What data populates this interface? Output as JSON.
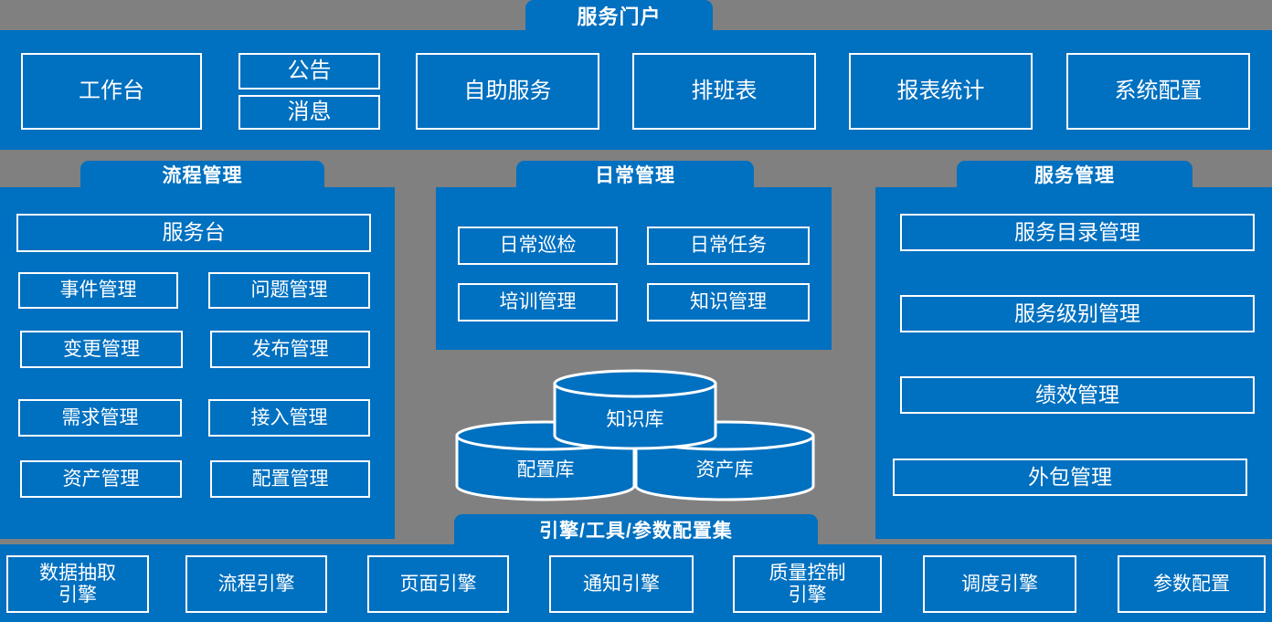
{
  "colors": {
    "background": "#808080",
    "panel": "#0070C0",
    "outline": "#FFFFFF",
    "text": "#FFFFFF"
  },
  "portal": {
    "title": "服务门户",
    "items": [
      {
        "label": "工作台"
      },
      {
        "label": "公告"
      },
      {
        "label": "消息"
      },
      {
        "label": "自助服务"
      },
      {
        "label": "排班表"
      },
      {
        "label": "报表统计"
      },
      {
        "label": "系统配置"
      }
    ]
  },
  "process": {
    "title": "流程管理",
    "items": [
      {
        "label": "服务台"
      },
      {
        "label": "事件管理"
      },
      {
        "label": "问题管理"
      },
      {
        "label": "变更管理"
      },
      {
        "label": "发布管理"
      },
      {
        "label": "需求管理"
      },
      {
        "label": "接入管理"
      },
      {
        "label": "资产管理"
      },
      {
        "label": "配置管理"
      }
    ]
  },
  "daily": {
    "title": "日常管理",
    "items": [
      {
        "label": "日常巡检"
      },
      {
        "label": "日常任务"
      },
      {
        "label": "培训管理"
      },
      {
        "label": "知识管理"
      }
    ]
  },
  "service": {
    "title": "服务管理",
    "items": [
      {
        "label": "服务目录管理"
      },
      {
        "label": "服务级别管理"
      },
      {
        "label": "绩效管理"
      },
      {
        "label": "外包管理"
      }
    ]
  },
  "repositories": [
    {
      "label": "知识库"
    },
    {
      "label": "配置库"
    },
    {
      "label": "资产库"
    }
  ],
  "engines": {
    "title": "引擎/工具/参数配置集",
    "items": [
      {
        "label": "数据抽取\n引擎"
      },
      {
        "label": "流程引擎"
      },
      {
        "label": "页面引擎"
      },
      {
        "label": "通知引擎"
      },
      {
        "label": "质量控制\n引擎"
      },
      {
        "label": "调度引擎"
      },
      {
        "label": "参数配置"
      }
    ]
  }
}
